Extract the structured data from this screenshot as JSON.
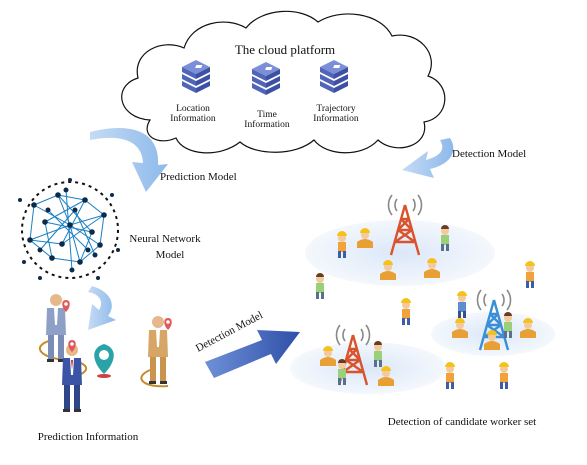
{
  "cloud": {
    "title": "The cloud platform",
    "items": [
      {
        "line1": "Location",
        "line2": "Information",
        "icon": "database-stack-icon"
      },
      {
        "line1": "Time",
        "line2": "Information",
        "icon": "database-stack-icon"
      },
      {
        "line1": "Trajectory",
        "line2": "Information",
        "icon": "database-stack-icon"
      }
    ]
  },
  "labels": {
    "prediction_model": "Prediction Model",
    "detection_model_top": "Detection Model",
    "nn_line1": "Neural Network",
    "nn_line2": "Model",
    "detection_model_mid": "Detection Model",
    "prediction_information": "Prediction Information",
    "detection_set": "Detection of candidate worker set"
  },
  "colors": {
    "arrow_light": "#9ec4ee",
    "arrow_dark": "#3f5fb3",
    "db_icon": "#6478c8",
    "network": "#1a7fc4",
    "tower_red": "#d9532c",
    "tower_blue": "#3a8fd6",
    "zone_fill": "#e8f0fb"
  }
}
